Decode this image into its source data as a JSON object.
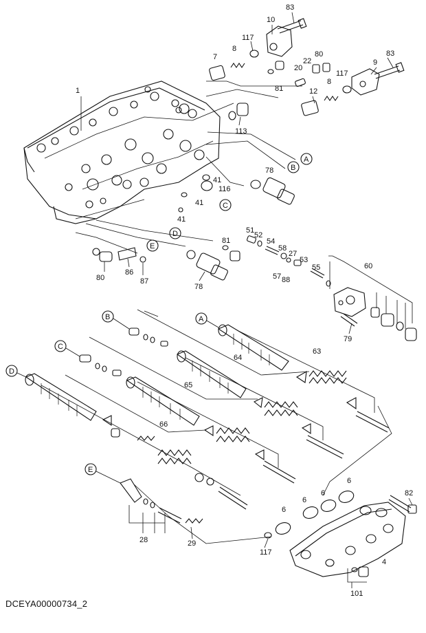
{
  "caption": "DCEYA00000734_2",
  "labels": {
    "p1": "1",
    "p4": "4",
    "p6a": "6",
    "p6b": "6",
    "p6c": "6",
    "p6d": "6",
    "p7": "7",
    "p8a": "8",
    "p8b": "8",
    "p9": "9",
    "p10": "10",
    "p12": "12",
    "p20": "20",
    "p22": "22",
    "p27": "27",
    "p28": "28",
    "p29": "29",
    "p41a": "41",
    "p41b": "41",
    "p41c": "41",
    "p51": "51",
    "p52": "52",
    "p53": "53",
    "p54": "54",
    "p55": "55",
    "p57": "57",
    "p58": "58",
    "p60": "60",
    "p63": "63",
    "p64": "64",
    "p65": "65",
    "p66": "66",
    "p78a": "78",
    "p78b": "78",
    "p79": "79",
    "p80a": "80",
    "p80b": "80",
    "p81a": "81",
    "p81b": "81",
    "p82": "82",
    "p83a": "83",
    "p83b": "83",
    "p86": "86",
    "p87": "87",
    "p88": "88",
    "p101": "101",
    "p113": "113",
    "p116": "116",
    "p117a": "117",
    "p117b": "117",
    "p117c": "117"
  },
  "callouts": {
    "A1": "A",
    "B1": "B",
    "C1": "C",
    "D1": "D",
    "E1": "E",
    "A2": "A",
    "B2": "B",
    "C2": "C",
    "D2": "D",
    "E2": "E"
  }
}
